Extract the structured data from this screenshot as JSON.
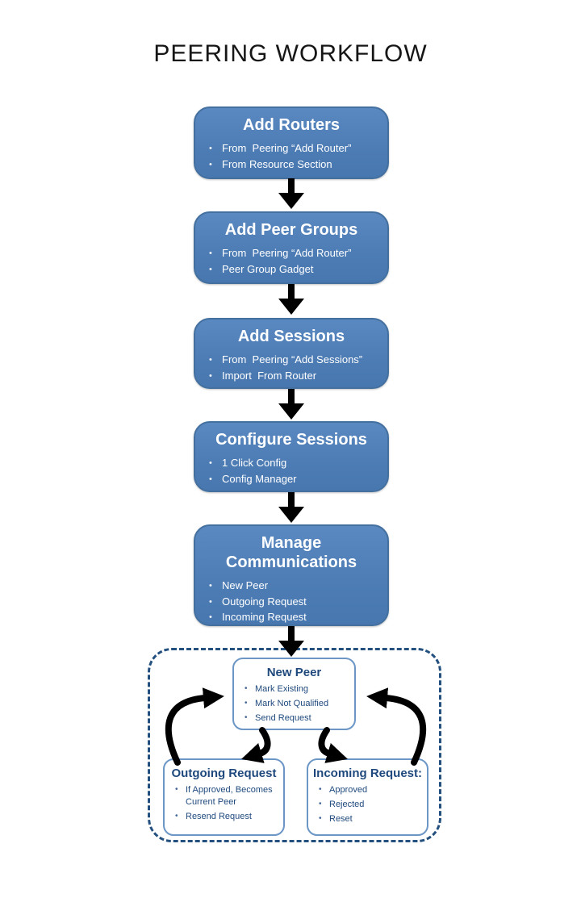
{
  "page": {
    "title": "PEERING WORKFLOW"
  },
  "steps": [
    {
      "title": "Add Routers",
      "bullets": [
        "From  Peering “Add Router”",
        "From Resource Section"
      ]
    },
    {
      "title": "Add Peer Groups",
      "bullets": [
        "From  Peering “Add Router”",
        "Peer Group Gadget"
      ]
    },
    {
      "title": "Add Sessions",
      "bullets": [
        "From  Peering “Add Sessions”",
        "Import  From Router"
      ]
    },
    {
      "title": "Configure Sessions",
      "bullets": [
        "1 Click Config",
        "Config Manager"
      ]
    },
    {
      "title": "Manage Communications",
      "bullets": [
        "New Peer",
        "Outgoing Request",
        "Incoming Request"
      ]
    }
  ],
  "cycle": {
    "new_peer": {
      "title": "New Peer",
      "bullets": [
        "Mark Existing",
        "Mark Not Qualified",
        "Send Request"
      ]
    },
    "outgoing_request": {
      "title": "Outgoing Request",
      "bullets": [
        "If Approved, Becomes Current Peer",
        "Resend Request"
      ]
    },
    "incoming_request": {
      "title": "Incoming Request:",
      "bullets": [
        "Approved",
        "Rejected",
        "Reset"
      ]
    }
  },
  "colors": {
    "step_fill": "#4f81bd",
    "step_border": "#44709f",
    "step_text": "#ffffff",
    "cycle_box_border": "#6b96c6",
    "cycle_text": "#1f497d",
    "dashed_border": "#24507f",
    "arrow": "#000000",
    "background": "#ffffff",
    "title_text": "#161616"
  }
}
